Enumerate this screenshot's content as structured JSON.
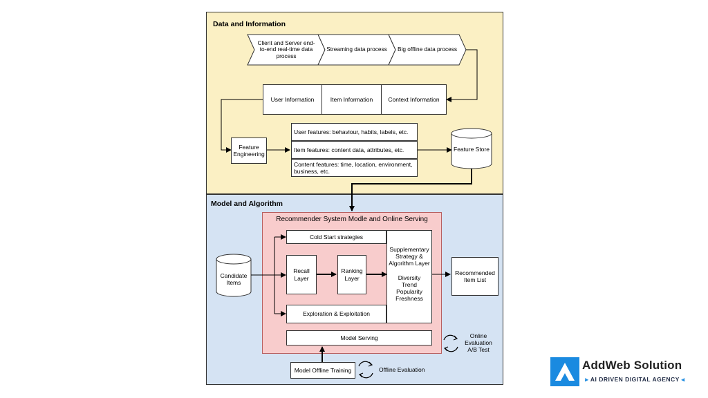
{
  "sections": {
    "data": "Data and Information",
    "model": "Model and Algorithm"
  },
  "chevrons": [
    "Client and Server end-to-end real-time data process",
    "Streaming data process",
    "Big offline data process"
  ],
  "info_boxes": [
    "User Information",
    "Item Information",
    "Context Information"
  ],
  "feature_engineering": "Feature Engineering",
  "features": [
    "User features: behaviour, habits, labels, etc.",
    "Item features: content data, attributes, etc.",
    "Content features: time, location, environment, business, etc."
  ],
  "feature_store": "Feature Store",
  "recommender": {
    "title": "Recommender System Modle and Online Serving",
    "cold_start": "Cold Start strategies",
    "recall": "Recall Layer",
    "ranking": "Ranking Layer",
    "exploration": "Exploration & Exploitation",
    "supplementary": "Supplementary Strategy & Algorithm Layer",
    "supp_items": [
      "Diversity",
      "Trend",
      "Popularity",
      "Freshness"
    ],
    "model_serving": "Model Serving"
  },
  "candidate_items": "Candidate Items",
  "recommended": "Recommended Item List",
  "online_eval": "Online Evaluation A/B Test",
  "offline_training": "Model Offline Training",
  "offline_eval": "Offline Evaluation",
  "logo": {
    "name": "AddWeb Solution",
    "tagline": "AI DRIVEN DIGITAL AGENCY",
    "brand_color": "#1a8ae0"
  }
}
